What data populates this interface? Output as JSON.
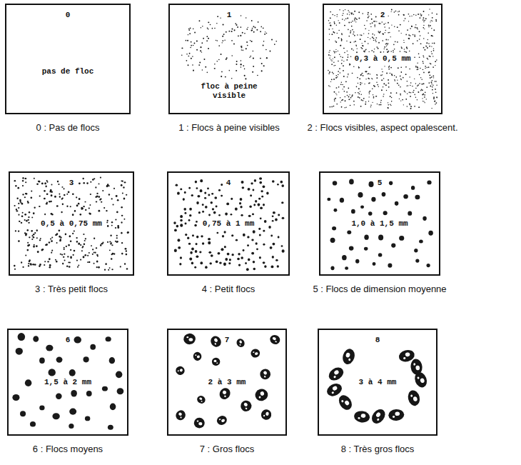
{
  "diagram": {
    "nodes": [
      {
        "text": [
          "0",
          "pas de floc",
          "0 : Pas de flocs"
        ]
      },
      {
        "text": [
          "1",
          "floc à peine visible",
          "1 : Flocs à peine visibles"
        ]
      },
      {
        "text": [
          "2",
          "0,3 à 0,5 mm",
          "2 : Flocs visibles, aspect opalescent."
        ]
      },
      {
        "text": [
          "3",
          "0,5 à 0,75 mm",
          "3 : Très petit flocs"
        ]
      },
      {
        "text": [
          "4",
          "0,75 à 1 mm",
          "4 : Petit flocs"
        ]
      },
      {
        "text": [
          "5",
          "1,0 à 1,5 mm",
          "5 : Flocs de dimension moyenne"
        ]
      },
      {
        "text": [
          "6",
          "1,5 à 2 mm",
          "6 : Flocs moyens"
        ]
      },
      {
        "text": [
          "7",
          "2 à 3 mm",
          "7 : Gros flocs"
        ]
      },
      {
        "text": [
          "8",
          "3 à 4 mm",
          "8 : Très gros flocs"
        ]
      }
    ]
  }
}
